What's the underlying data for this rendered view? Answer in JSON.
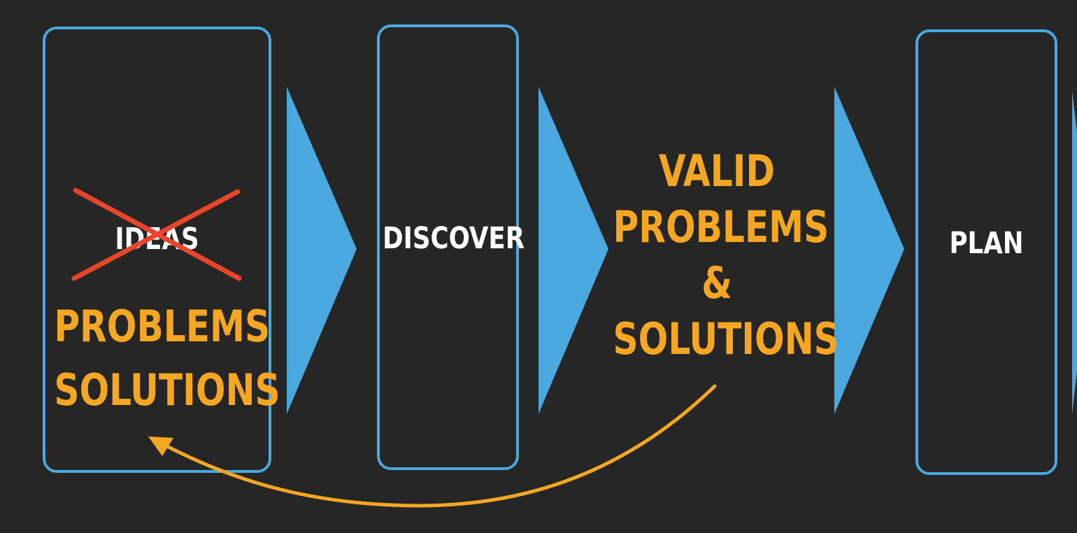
{
  "stages": {
    "ideas": "IDEAS",
    "problems": "PROBLEMS",
    "solutions": "SOLUTIONS",
    "discover": "DISCOVER",
    "plan": "PLAN"
  },
  "outcome": {
    "line1": "VALID",
    "line2": "PROBLEMS",
    "line3": "&",
    "line4": "SOLUTIONS"
  },
  "colors": {
    "background": "#262626",
    "box_border": "#4aa8df",
    "arrow": "#4aa8df",
    "accent_orange": "#f5a623",
    "cross_red": "#e8452a",
    "text_white": "#ffffff"
  },
  "icons": {
    "cross": "cross-out-icon",
    "arrow": "chevron-right-icon",
    "loop": "curved-arrow-icon"
  }
}
